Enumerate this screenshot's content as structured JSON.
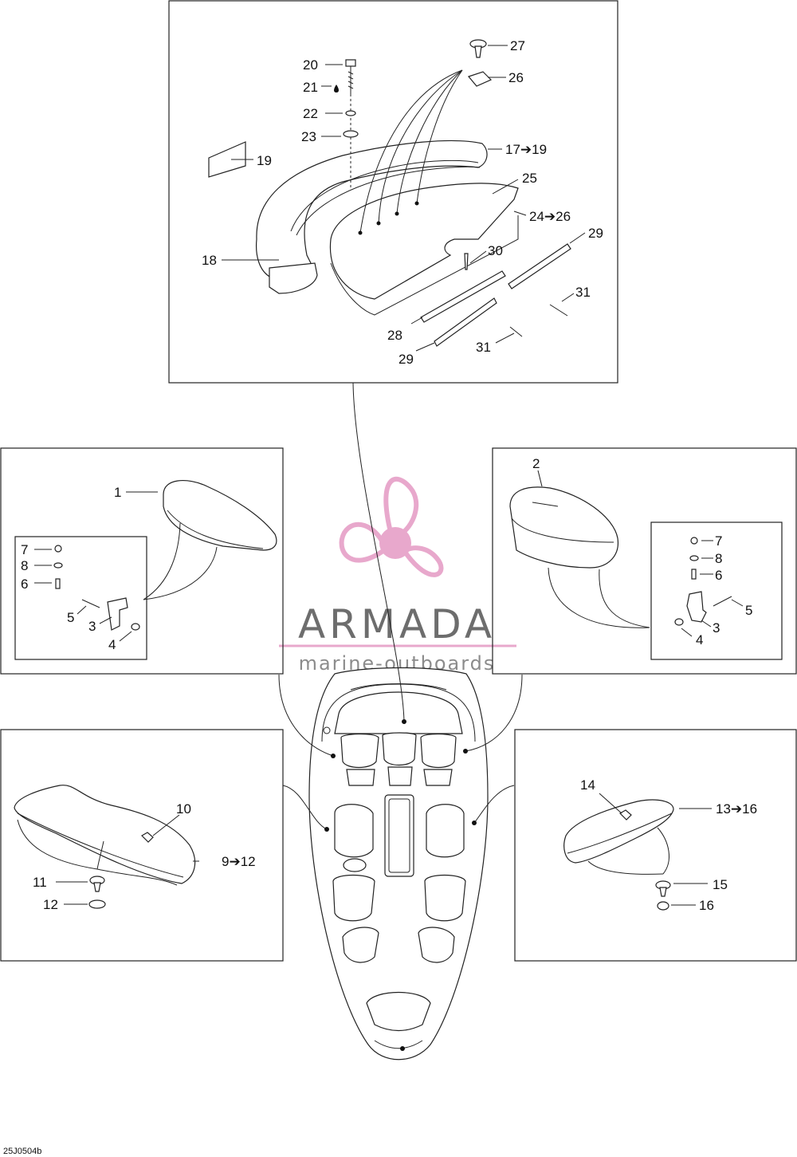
{
  "watermark": {
    "brand": "ARMADA",
    "tagline": "marine-outboards",
    "colors": {
      "pink": "#e8a8cc",
      "gray": "#6d6d6d",
      "line": "#e8a8cc"
    }
  },
  "drawing_code": "25J0504b",
  "callouts": {
    "c1": "1",
    "c2": "2",
    "c3": "3",
    "c4": "4",
    "c5": "5",
    "c6": "6",
    "c7": "7",
    "c8": "8",
    "c9_12": "9➔12",
    "c10": "10",
    "c11": "11",
    "c12": "12",
    "c13_16": "13➔16",
    "c14": "14",
    "c15": "15",
    "c16": "16",
    "c17_19": "17➔19",
    "c18": "18",
    "c19": "19",
    "c20": "20",
    "c21": "21",
    "c22": "22",
    "c23": "23",
    "c24_26": "24➔26",
    "c25": "25",
    "c26": "26",
    "c27": "27",
    "c28": "28",
    "c29": "29",
    "c30": "30",
    "c31": "31"
  },
  "icons": {
    "loctite": "oil-drop-icon"
  }
}
